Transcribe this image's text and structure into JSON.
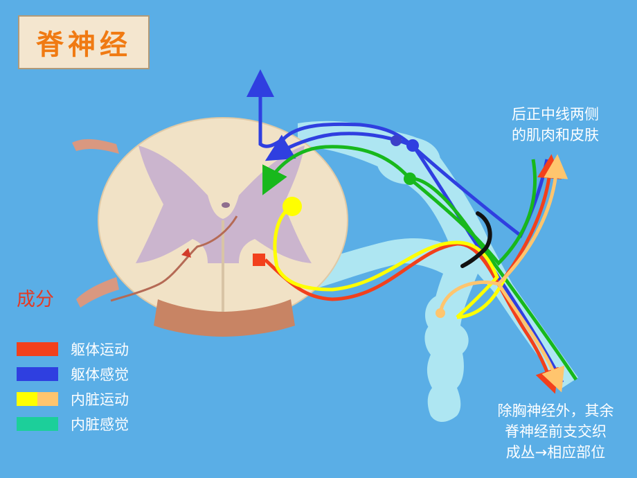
{
  "title": "脊神经",
  "label_top": [
    "后正中线两侧",
    "的肌肉和皮肤"
  ],
  "label_bottom": [
    "除胸神经外，其余",
    "脊神经前支交织",
    "成丛→相应部位"
  ],
  "legend": {
    "heading": "成分",
    "items": [
      {
        "label": "躯体运动",
        "colors": [
          "#f2401c"
        ]
      },
      {
        "label": "躯体感觉",
        "colors": [
          "#2f3fe0"
        ]
      },
      {
        "label": "内脏运动",
        "colors": [
          "#ffff00",
          "#ffc56e"
        ]
      },
      {
        "label": "内脏感觉",
        "colors": [
          "#1ccf9a"
        ]
      }
    ]
  },
  "colors": {
    "somatic_motor": "#f2401c",
    "somatic_sensory": "#2f3fe0",
    "visceral_motor": "#ffff00",
    "visceral_motor_post": "#ffc56e",
    "visceral_sensory": "#18b81c",
    "nerve_body": "#aee6f2"
  }
}
